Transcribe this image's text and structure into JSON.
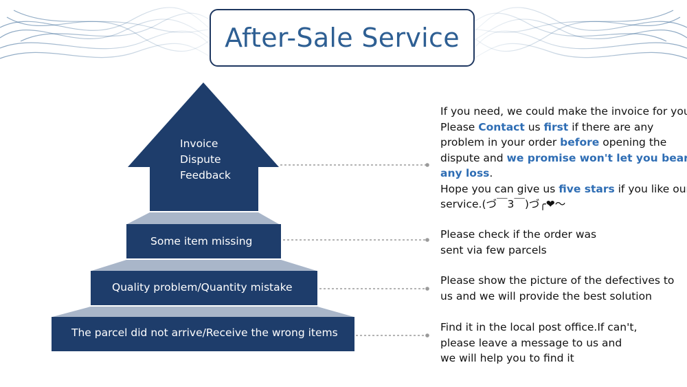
{
  "title": "After-Sale Service",
  "arrow": {
    "lines": [
      "Invoice",
      "Dispute",
      "Feedback"
    ]
  },
  "steps": [
    {
      "label": "Some item missing"
    },
    {
      "label": "Quality problem/Quantity mistake"
    },
    {
      "label": "The parcel did not arrive/Receive the wrong items"
    }
  ],
  "descriptions": {
    "arrow": {
      "line1": "If you need, we could make the invoice for you.",
      "line2": {
        "a": "Please ",
        "b": "Contact",
        "c": " us ",
        "d": "first",
        "e": " if there are any"
      },
      "line3": {
        "a": "problem in your order ",
        "b": "before",
        "c": " opening the"
      },
      "line4": {
        "a": "dispute and ",
        "b": "we promise won't let you bear"
      },
      "line5": {
        "a": "any loss",
        "b": "."
      },
      "line6": {
        "a": "Hope you can give us ",
        "b": "five stars",
        "c": " if you like our"
      },
      "line7": "service.(づ￣3￣)づ╭❤～"
    },
    "step1": [
      "Please check if the order was",
      "sent via few parcels"
    ],
    "step2": [
      "Please show the picture of the defectives to",
      "us and we will provide the best solution"
    ],
    "step3": [
      "Find it in the local post office.If can't,",
      "please leave a message to us and",
      "we will help you to find it"
    ]
  },
  "colors": {
    "navy": "#1e3d6b",
    "highlight": "#2e6db4",
    "title": "#2e5f93",
    "connector": "#9a9a9a"
  }
}
